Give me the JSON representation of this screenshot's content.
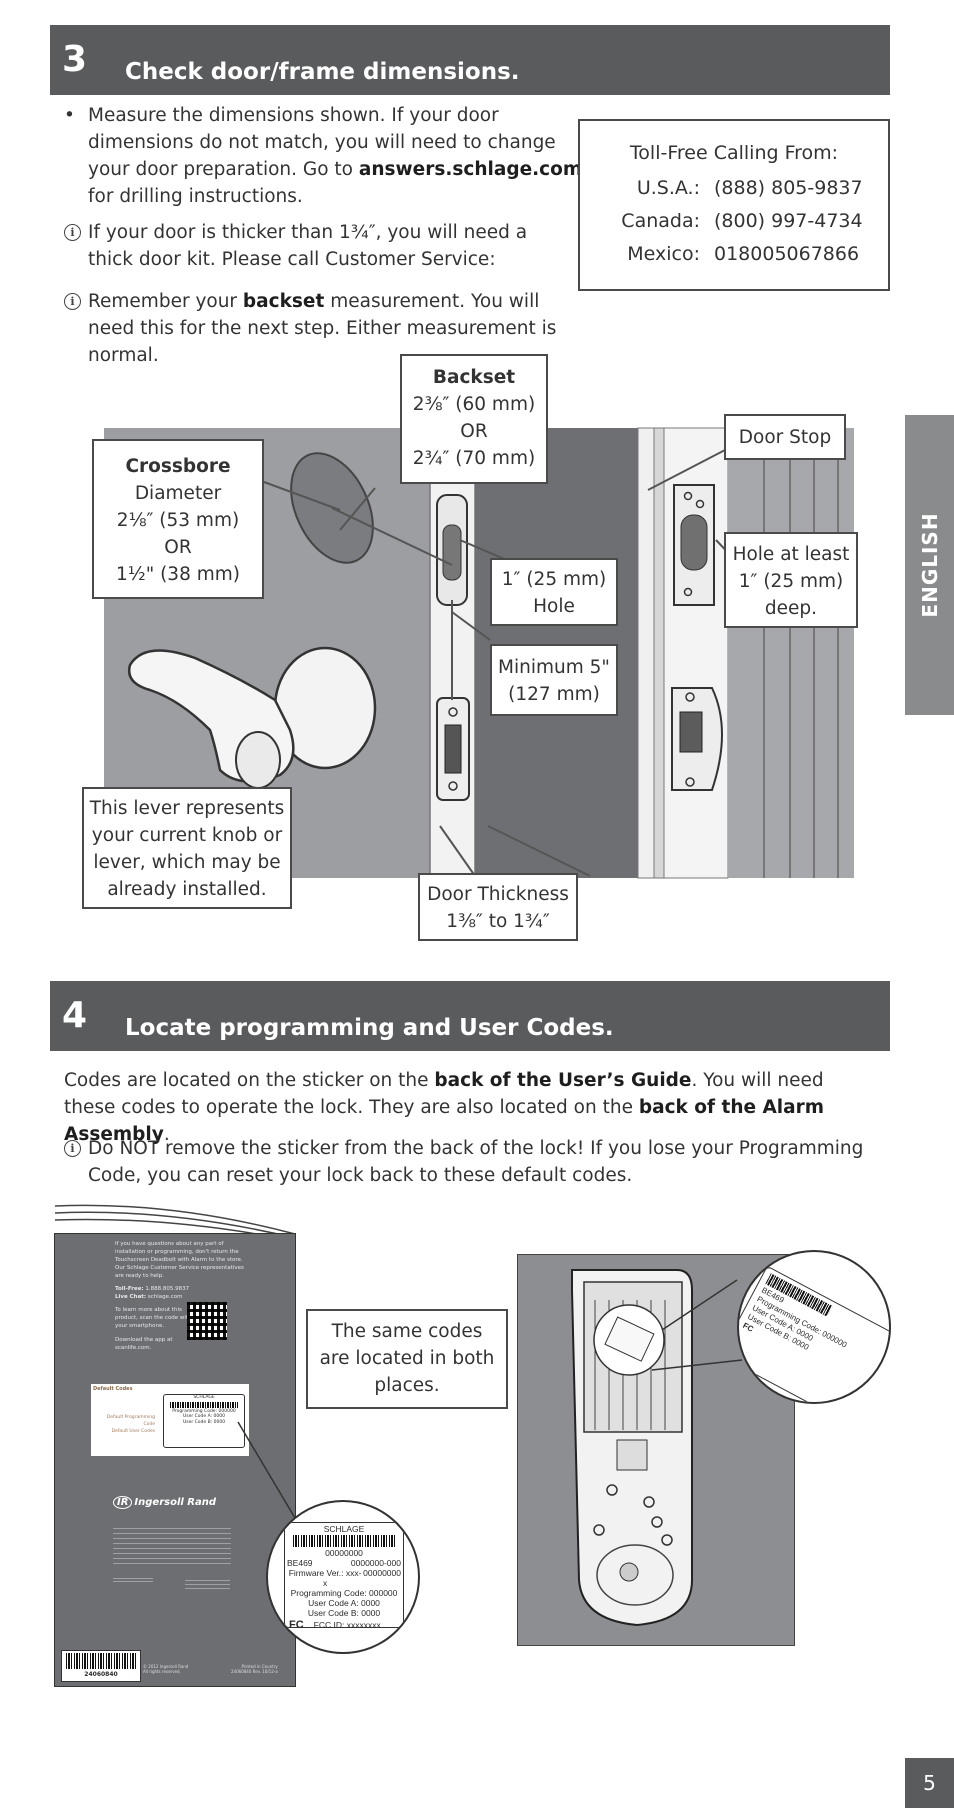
{
  "section3": {
    "number": "3",
    "title": "Check door/frame dimensions.",
    "bullet_prefix": "Measure the dimensions shown. If your door dimensions do not match, you will need to change your door preparation. Go to ",
    "bullet_link": "answers.schlage.com",
    "bullet_suffix": " for drilling instructions.",
    "info1": "If your door is thicker than 1¾″, you will need a thick door kit. Please call Customer Service:",
    "info2_prefix": "Remember your ",
    "info2_bold": "backset",
    "info2_suffix": " measurement. You will need this for the next step. Either measurement is normal."
  },
  "contact": {
    "title": "Toll-Free Calling From:",
    "rows": [
      {
        "label": "U.S.A.:",
        "value": "(888) 805-9837"
      },
      {
        "label": "Canada:",
        "value": "(800) 997-4734"
      },
      {
        "label": "Mexico:",
        "value": "018005067866"
      }
    ]
  },
  "callouts": {
    "backset_title": "Backset",
    "backset_l1": "2⅜″ (60 mm)",
    "backset_l2": "OR",
    "backset_l3": "2¾″ (70 mm)",
    "crossbore_title": "Crossbore",
    "crossbore_l1": "Diameter",
    "crossbore_l2": "2⅛″ (53 mm)",
    "crossbore_l3": "OR",
    "crossbore_l4": "1½\" (38 mm)",
    "door_stop": "Door Stop",
    "hole_l1": "1″ (25 mm)",
    "hole_l2": "Hole",
    "hole_deep_l1": "Hole at least",
    "hole_deep_l2": "1″ (25 mm)",
    "hole_deep_l3": "deep.",
    "minimum_l1": "Minimum 5\"",
    "minimum_l2": "(127 mm)",
    "lever_l1": "This lever represents",
    "lever_l2": "your current knob or",
    "lever_l3": "lever, which may be",
    "lever_l4": "already installed.",
    "thickness_l1": "Door Thickness",
    "thickness_l2": "1⅜″ to 1¾″"
  },
  "section4": {
    "number": "4",
    "title": "Locate programming and User Codes.",
    "p1_a": "Codes are located on the sticker on the ",
    "p1_b": "back of the User’s Guide",
    "p1_c": ". You will need these codes to operate the lock. They are also located on the ",
    "p1_d": "back of the Alarm Assembly",
    "p1_e": ".",
    "info": "Do NOT remove the sticker from the back of the lock! If you lose your Programming Code, you can reset your lock back to these default codes.",
    "same_codes_l1": "The same codes",
    "same_codes_l2": "are located in both",
    "same_codes_l3": "places."
  },
  "guide": {
    "intro_l1": "If you have questions about any part of",
    "intro_l2": "installation or programming, don't return the",
    "intro_l3": "Touchscreen Deadbolt with Alarm to the store.",
    "intro_l4": "Our Schlage Customer Service representatives",
    "intro_l5": "are ready to help.",
    "tollfree_label": "Toll-Free:",
    "tollfree_value": "1.888.805.9837",
    "livechat_label": "Live Chat:",
    "livechat_value": "schlage.com",
    "learn_l1": "To learn more about this",
    "learn_l2": "product, scan the code with",
    "learn_l3": "your smartphone.",
    "download_l1": "Download the app at",
    "download_l2": "scanlife.com.",
    "default_codes": "Default Codes",
    "default_prog": "Default Programming Code",
    "default_user": "Default User Codes",
    "brand": "Ingersoll Rand",
    "barcode_number": "24060840",
    "copyright_l1": "© 2012 Ingersoll Rand",
    "copyright_l2": "All rights reserved.",
    "printed_l1": "Printed in Country",
    "printed_l2": "24060840 Rev. 10/12-a"
  },
  "sticker": {
    "brand": "SCHLAGE",
    "serial": "00000000",
    "model": "BE469",
    "code_a": "0000000-000",
    "firmware": "Firmware Ver.: xxx-x",
    "code_b": "00000000",
    "prog_code": "Programming Code: 000000",
    "user_a": "User Code A: 0000",
    "user_b": "User Code B: 0000",
    "fcc": "FCC ID: xxxxxxxx"
  },
  "side_tab": "ENGLISH",
  "page_number": "5"
}
